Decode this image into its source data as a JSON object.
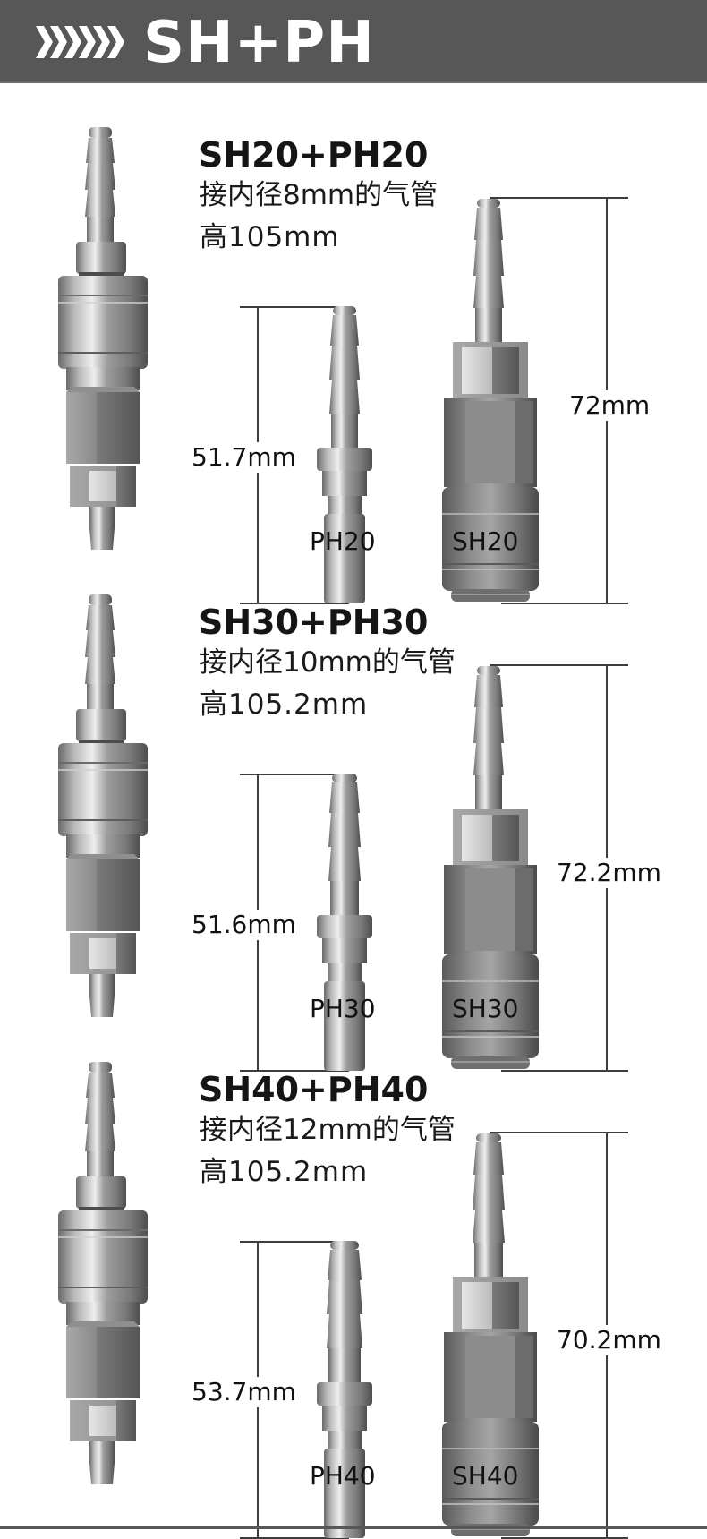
{
  "header": {
    "title": "SH+PH",
    "icon": "chevron-arrows-icon",
    "chevron_count": 6,
    "background_color": "#575757",
    "text_color": "#ffffff"
  },
  "sections": [
    {
      "title": "SH20+PH20",
      "hose_text": "接内径8mm的气管",
      "height_text": "高105mm",
      "ph": {
        "label": "PH20",
        "dimension": "51.7mm"
      },
      "sh": {
        "label": "SH20",
        "dimension": "72mm"
      }
    },
    {
      "title": "SH30+PH30",
      "hose_text": "接内径10mm的气管",
      "height_text": "高105.2mm",
      "ph": {
        "label": "PH30",
        "dimension": "51.6mm"
      },
      "sh": {
        "label": "SH30",
        "dimension": "72.2mm"
      }
    },
    {
      "title": "SH40+PH40",
      "hose_text": "接内径12mm的气管",
      "height_text": "高105.2mm",
      "ph": {
        "label": "PH40",
        "dimension": "53.7mm"
      },
      "sh": {
        "label": "SH40",
        "dimension": "70.2mm"
      }
    }
  ],
  "colors": {
    "metal_light": "#d9d9d9",
    "metal_mid": "#9a9a9a",
    "metal_dark": "#5e5e5e",
    "dimension_line": "#3d3d3d"
  }
}
